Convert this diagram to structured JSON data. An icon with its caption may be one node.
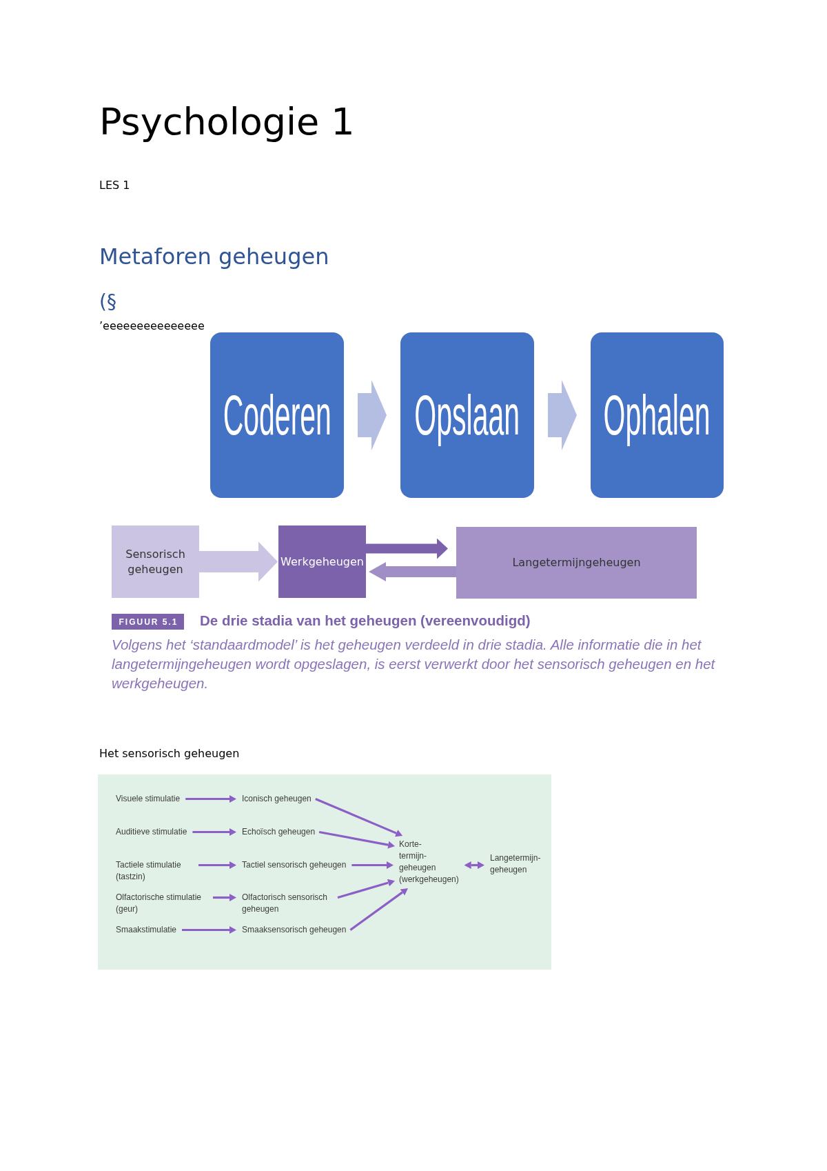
{
  "diagram": {
    "title": "Psychologie 1",
    "nodes": [
      {
        "text": [
          "Coderen"
        ]
      },
      {
        "text": [
          "Opslaan"
        ]
      },
      {
        "text": [
          "Ophalen"
        ]
      },
      {
        "text": [
          "Sensorisch geheugen"
        ]
      },
      {
        "text": [
          "Werkgeheugen"
        ]
      },
      {
        "text": [
          "Langetermijngeheugen"
        ]
      },
      {
        "text": [
          "FIGUUR 5.1"
        ]
      },
      {
        "text": [
          "Visuele stimulatie"
        ]
      },
      {
        "text": [
          "Iconisch geheugen"
        ]
      },
      {
        "text": [
          "Auditieve stimulatie"
        ]
      },
      {
        "text": [
          "Echoïsch geheugen"
        ]
      },
      {
        "text": [
          "Tactiele stimulatie (tastzin)"
        ]
      },
      {
        "text": [
          "Tactiel sensorisch geheugen"
        ]
      },
      {
        "text": [
          "Olfactorische stimulatie (geur)"
        ]
      },
      {
        "text": [
          "Olfactorisch sensorisch geheugen"
        ]
      },
      {
        "text": [
          "Smaakstimulatie"
        ]
      },
      {
        "text": [
          "Smaaksensorisch geheugen"
        ]
      },
      {
        "text": [
          "Korte- termijn- geheugen (werkgeheugen)"
        ]
      },
      {
        "text": [
          "Langetermijn- geheugen"
        ]
      }
    ],
    "edges": [
      {
        "from": 0,
        "to": 1,
        "arrow": "to",
        "style": "thick",
        "color": "#b4bde2"
      },
      {
        "from": 1,
        "to": 2,
        "arrow": "to",
        "style": "thick",
        "color": "#b4bde2"
      },
      {
        "from": 3,
        "to": 4,
        "arrow": "to",
        "style": "thick",
        "color": "#cbc4e2"
      },
      {
        "from": 4,
        "to": 5,
        "arrow": "to",
        "style": "thick",
        "color": "#7b62ab"
      },
      {
        "from": 5,
        "to": 4,
        "arrow": "to",
        "style": "thick",
        "color": "#a08fc6"
      },
      {
        "from": 7,
        "to": 8,
        "arrow": "to"
      },
      {
        "from": 9,
        "to": 10,
        "arrow": "to"
      },
      {
        "from": 11,
        "to": 12,
        "arrow": "to"
      },
      {
        "from": 13,
        "to": 14,
        "arrow": "to"
      },
      {
        "from": 15,
        "to": 16,
        "arrow": "to"
      },
      {
        "from": 8,
        "to": 17,
        "arrow": "to"
      },
      {
        "from": 10,
        "to": 17,
        "arrow": "to"
      },
      {
        "from": 12,
        "to": 17,
        "arrow": "to"
      },
      {
        "from": 14,
        "to": 17,
        "arrow": "to"
      },
      {
        "from": 16,
        "to": 17,
        "arrow": "to"
      },
      {
        "from": 17,
        "to": 18,
        "arrow": "both"
      }
    ],
    "labels": [
      "LES 1",
      "Metaforen geheugen",
      "(§",
      "’eeeeeeeeeeeeeee",
      "De drie stadia van het geheugen (vereenvoudigd)",
      "Volgens het ‘standaardmodel’ is het geheugen verdeeld in drie stadia. Alle informatie die in het langetermijngeheugen wordt opgeslagen, is eerst verwerkt door het sensorisch geheugen en het werkgeheugen.",
      "Het sensorisch geheugen"
    ]
  }
}
